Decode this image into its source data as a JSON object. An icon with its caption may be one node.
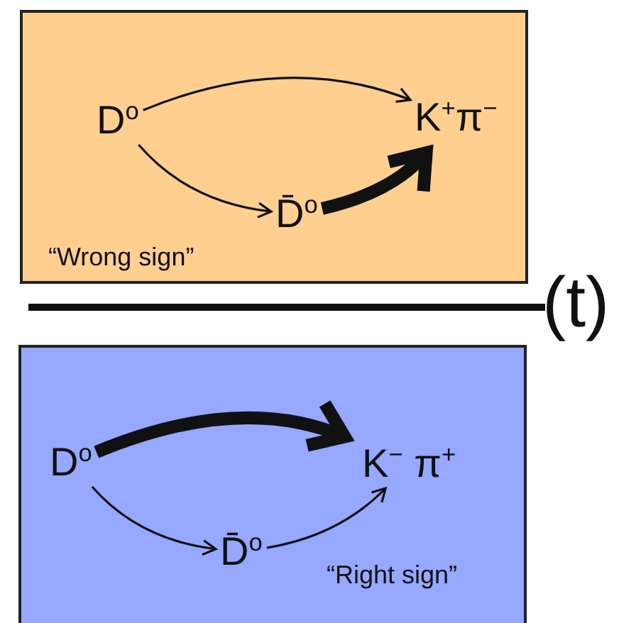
{
  "diagram": {
    "nodes": [
      {
        "text": [
          "“Wrong sign”"
        ]
      },
      {
        "text": [
          "D$^{o}$"
        ],
        "in": 0
      },
      {
        "text": [
          "D̄$^{o}$"
        ],
        "in": 0
      },
      {
        "text": [
          "K$^{+}$π$^{−}$"
        ],
        "in": 0
      },
      {
        "text": [
          "“Right sign”"
        ]
      },
      {
        "text": [
          "D$^{o}$"
        ],
        "in": 4
      },
      {
        "text": [
          "D̄$^{o}$"
        ],
        "in": 4
      },
      {
        "text": [
          "K$^{−}$ π$^{+}$"
        ],
        "in": 4
      }
    ],
    "edges": [
      {
        "from": 1,
        "to": 3,
        "arrow": "to"
      },
      {
        "from": 1,
        "to": 2,
        "arrow": "to"
      },
      {
        "from": 2,
        "to": 3,
        "arrow": "to",
        "style": "thick"
      },
      {
        "from": 5,
        "to": 7,
        "arrow": "to",
        "style": "thick"
      },
      {
        "from": 5,
        "to": 6,
        "arrow": "to"
      },
      {
        "from": 6,
        "to": 7,
        "arrow": "to"
      }
    ],
    "labels": [
      "(t)"
    ]
  }
}
